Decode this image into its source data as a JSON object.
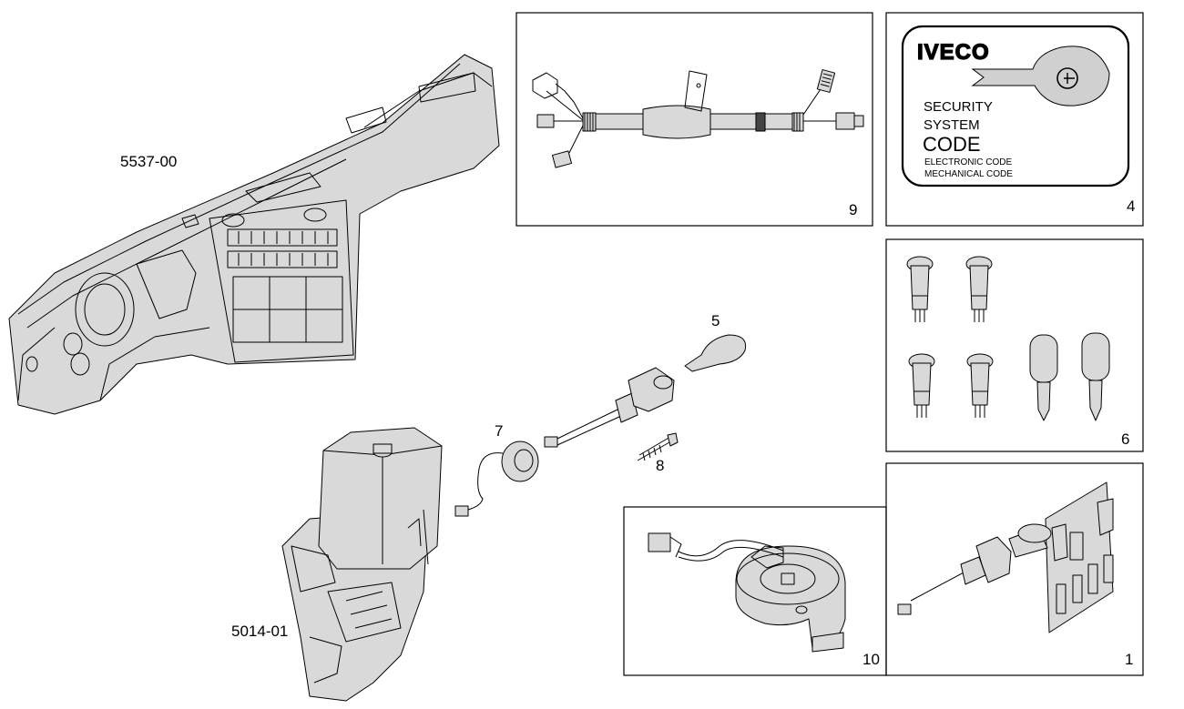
{
  "parts": {
    "dashboard": {
      "code": "5537-00"
    },
    "column": {
      "code": "5014-01"
    },
    "p1": "1",
    "p4": "4",
    "p5": "5",
    "p6": "6",
    "p7": "7",
    "p8": "8",
    "p9": "9",
    "p10": "10"
  },
  "security_card": {
    "brand": "IVECO",
    "line1": "SECURITY",
    "line2": "SYSTEM",
    "line3": "CODE",
    "line4": "ELECTRONIC CODE",
    "line5": "MECHANICAL CODE"
  }
}
